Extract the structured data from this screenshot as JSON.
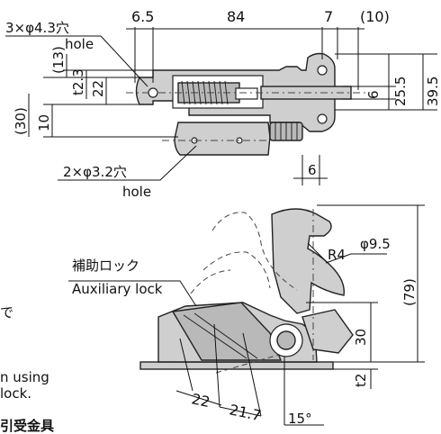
{
  "top_view": {
    "holes_callout": "3×φ4.3穴",
    "holes_callout_en": "hole",
    "small_holes_callout": "2×φ3.2穴",
    "small_holes_callout_en": "hole",
    "dims": {
      "d6_5": "6.5",
      "d84": "84",
      "d7": "7",
      "d10p": "(10)",
      "d13p": "(13)",
      "d2_3": "t2.3",
      "d22": "22",
      "d30p": "(30)",
      "d10": "10",
      "d6": "6",
      "d25_5": "25.5",
      "d39_5": "39.5"
    }
  },
  "side_view": {
    "aux_label_ja": "補助ロック",
    "aux_label_en": "Auxiliary lock",
    "dims": {
      "d6": "6",
      "r4": "R4",
      "phi9_5": "φ9.5",
      "d79p": "(79)",
      "d30": "30",
      "t2": "t2",
      "d22": "22",
      "d21_7": "21.7",
      "a15": "15°"
    }
  },
  "cut_text": {
    "line1": "で",
    "line2": "n using",
    "line3": "lock.",
    "line4": "引受金具"
  }
}
